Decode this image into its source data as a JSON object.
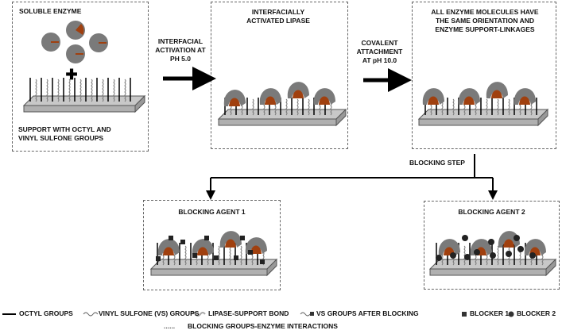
{
  "panels": {
    "p1": {
      "title": "SOLUBLE ENZYME",
      "caption": "SUPPORT WITH OCTYL AND\nVINYL SULFONE GROUPS"
    },
    "p2": {
      "title": "INTERFACIALLY\nACTIVATED LIPASE"
    },
    "p3": {
      "title": "ALL ENZYME MOLECULES HAVE\nTHE SAME ORIENTATION AND\nENZYME SUPPORT-LINKAGES"
    },
    "p4": {
      "title": "BLOCKING AGENT 1"
    },
    "p5": {
      "title": "BLOCKING AGENT 2"
    }
  },
  "arrows": {
    "a1": "INTERFACIAL\nACTIVATION AT\nPH 5.0",
    "a2": "COVALENT\nATTACHMENT\nAT pH 10.0",
    "blocking": "BLOCKING STEP"
  },
  "legend": {
    "octyl": "OCTYL GROUPS",
    "vinyl": "VINYL SULFONE (VS) GROUPS",
    "bond": "LIPASE-SUPPORT BOND",
    "vs_after": "VS GROUPS AFTER BLOCKING",
    "blocker1": "BLOCKER 1",
    "blocker2": "BLOCKER 2",
    "interactions": "BLOCKING GROUPS-ENZYME INTERACTIONS"
  },
  "colors": {
    "enzyme": "#7a7a7a",
    "active_site": "#a0400f",
    "support": "#c8c8c8"
  }
}
